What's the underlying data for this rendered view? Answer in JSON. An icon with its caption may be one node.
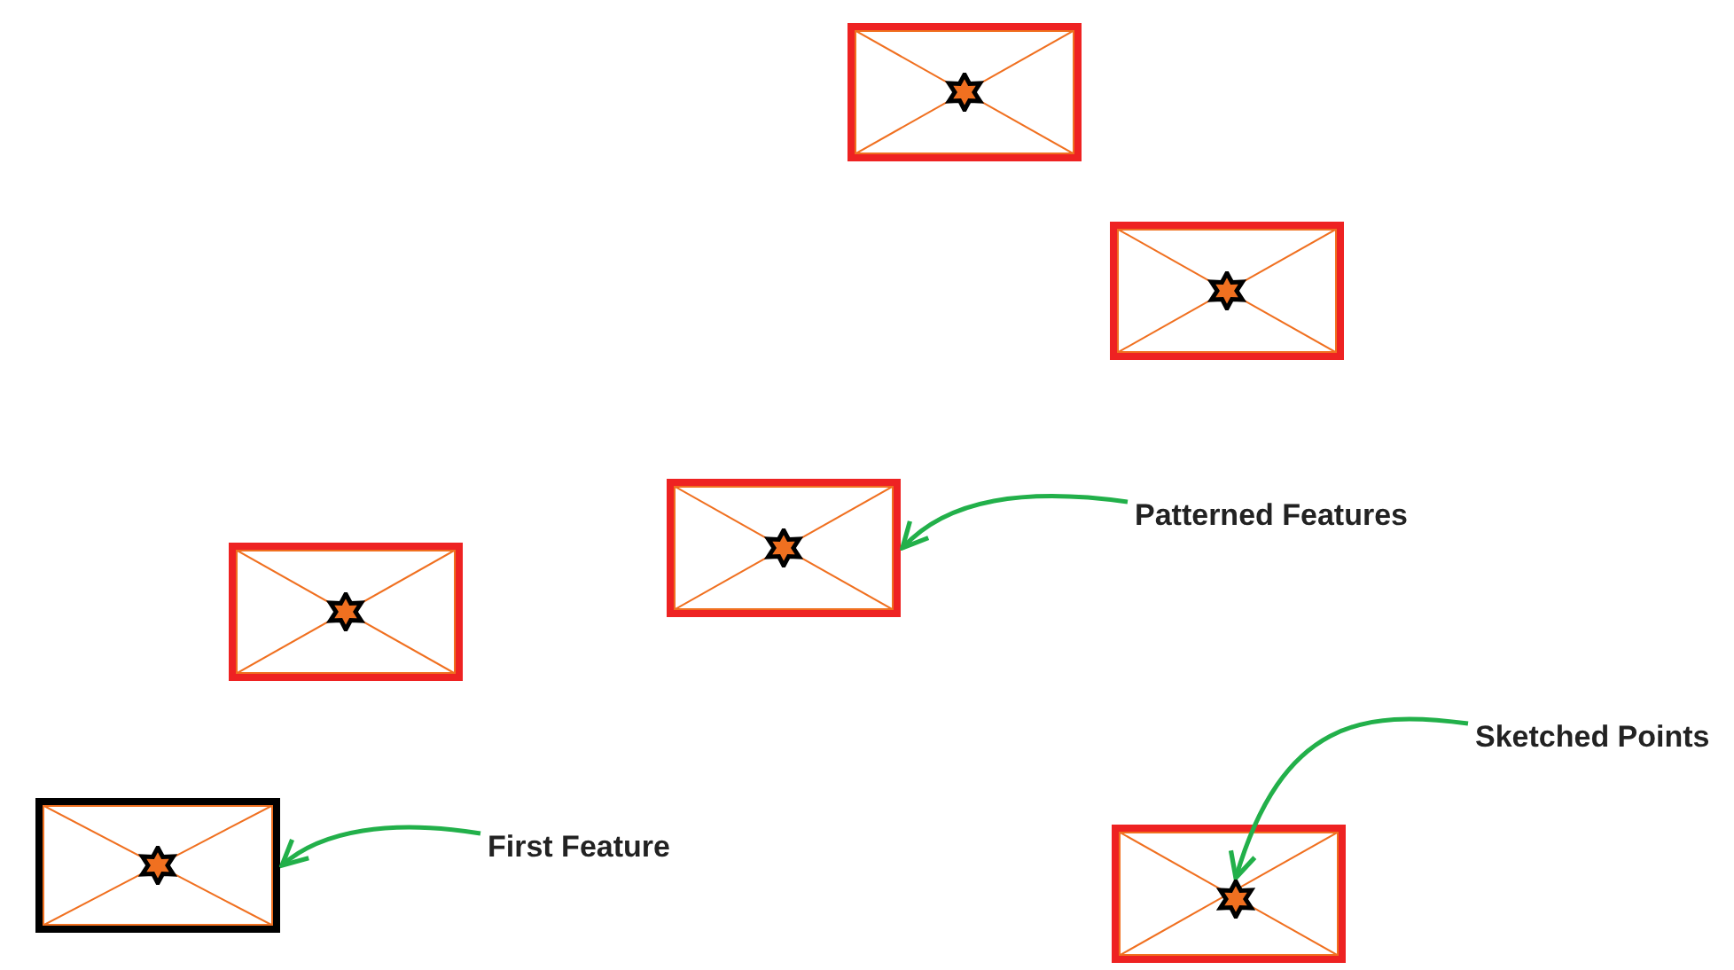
{
  "diagram": {
    "nodes": [
      {
        "text": [],
        "shape": "box"
      },
      {
        "text": [],
        "shape": "box"
      },
      {
        "text": [],
        "shape": "box"
      },
      {
        "text": [
          "Patterned Features"
        ]
      },
      {
        "text": [],
        "shape": "box"
      },
      {
        "text": [
          "Sketched Points"
        ]
      },
      {
        "text": [
          "First Feature"
        ]
      },
      {
        "text": [],
        "shape": "box"
      },
      {
        "text": [],
        "shape": "box"
      },
      {
        "text": [],
        "shape": "star",
        "in": 8
      }
    ],
    "edges": [
      {
        "from": 3,
        "to": 2,
        "arrow": "to"
      },
      {
        "from": 5,
        "to": 9,
        "arrow": "to"
      },
      {
        "from": 6,
        "to": 7,
        "arrow": "to"
      }
    ]
  }
}
